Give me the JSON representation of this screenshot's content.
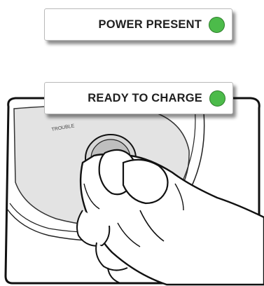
{
  "indicators": [
    {
      "label": "POWER PRESENT",
      "led_color": "#4cbb4a"
    },
    {
      "label": "READY TO CHARGE",
      "led_color": "#4cbb4a"
    }
  ],
  "device": {
    "button_text": "TROUBLE"
  },
  "icons": {
    "hand": "hand-pressing-icon"
  }
}
